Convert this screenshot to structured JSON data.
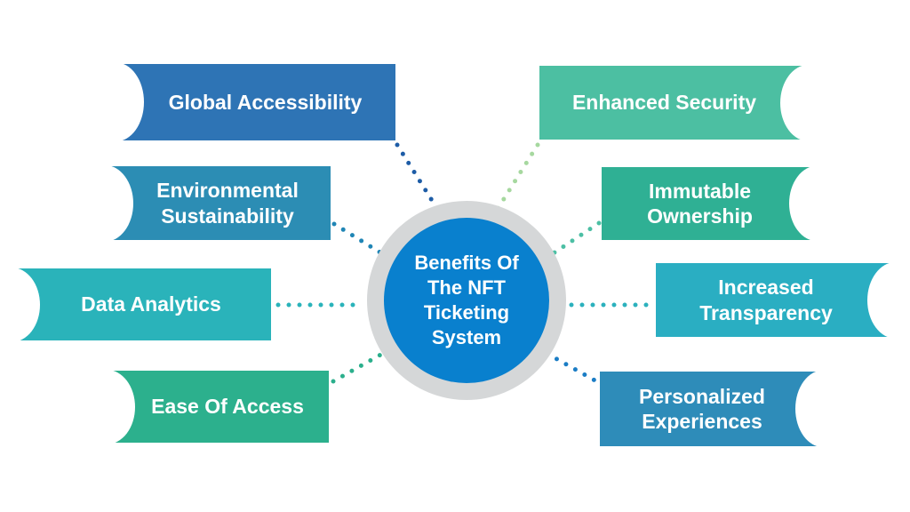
{
  "title": "Benefits Of The NFT Ticketing System",
  "background_color": "#FFFFFF",
  "center": {
    "lines": [
      "Benefits Of",
      "The NFT",
      "Ticketing",
      "System"
    ],
    "circle_color": "#0980CE",
    "ring_color": "#D5D7D8",
    "text_color": "#FFFFFF"
  },
  "benefits": [
    {
      "label": "Global Accessibility",
      "side": "left",
      "color": "#2E74B5",
      "line_color": "#1D5CA6"
    },
    {
      "label": "Environmental Sustainability",
      "side": "left",
      "color": "#2C8DB4",
      "line_color": "#1F85B5"
    },
    {
      "label": "Data Analytics",
      "side": "left",
      "color": "#2AB3BA",
      "line_color": "#2AB3BA"
    },
    {
      "label": "Ease Of Access",
      "side": "left",
      "color": "#2CB08D",
      "line_color": "#2BAF8C"
    },
    {
      "label": "Enhanced Security",
      "side": "right",
      "color": "#4CBFA2",
      "line_color": "#A6D89F"
    },
    {
      "label": "Immutable Ownership",
      "side": "right",
      "color": "#2FB094",
      "line_color": "#4CBFA4"
    },
    {
      "label": "Increased Transparency",
      "side": "right",
      "color": "#2AAEC2",
      "line_color": "#2BB1BD"
    },
    {
      "label": "Personalized Experiences",
      "side": "right",
      "color": "#2E8CB9",
      "line_color": "#1B7DC5"
    }
  ]
}
